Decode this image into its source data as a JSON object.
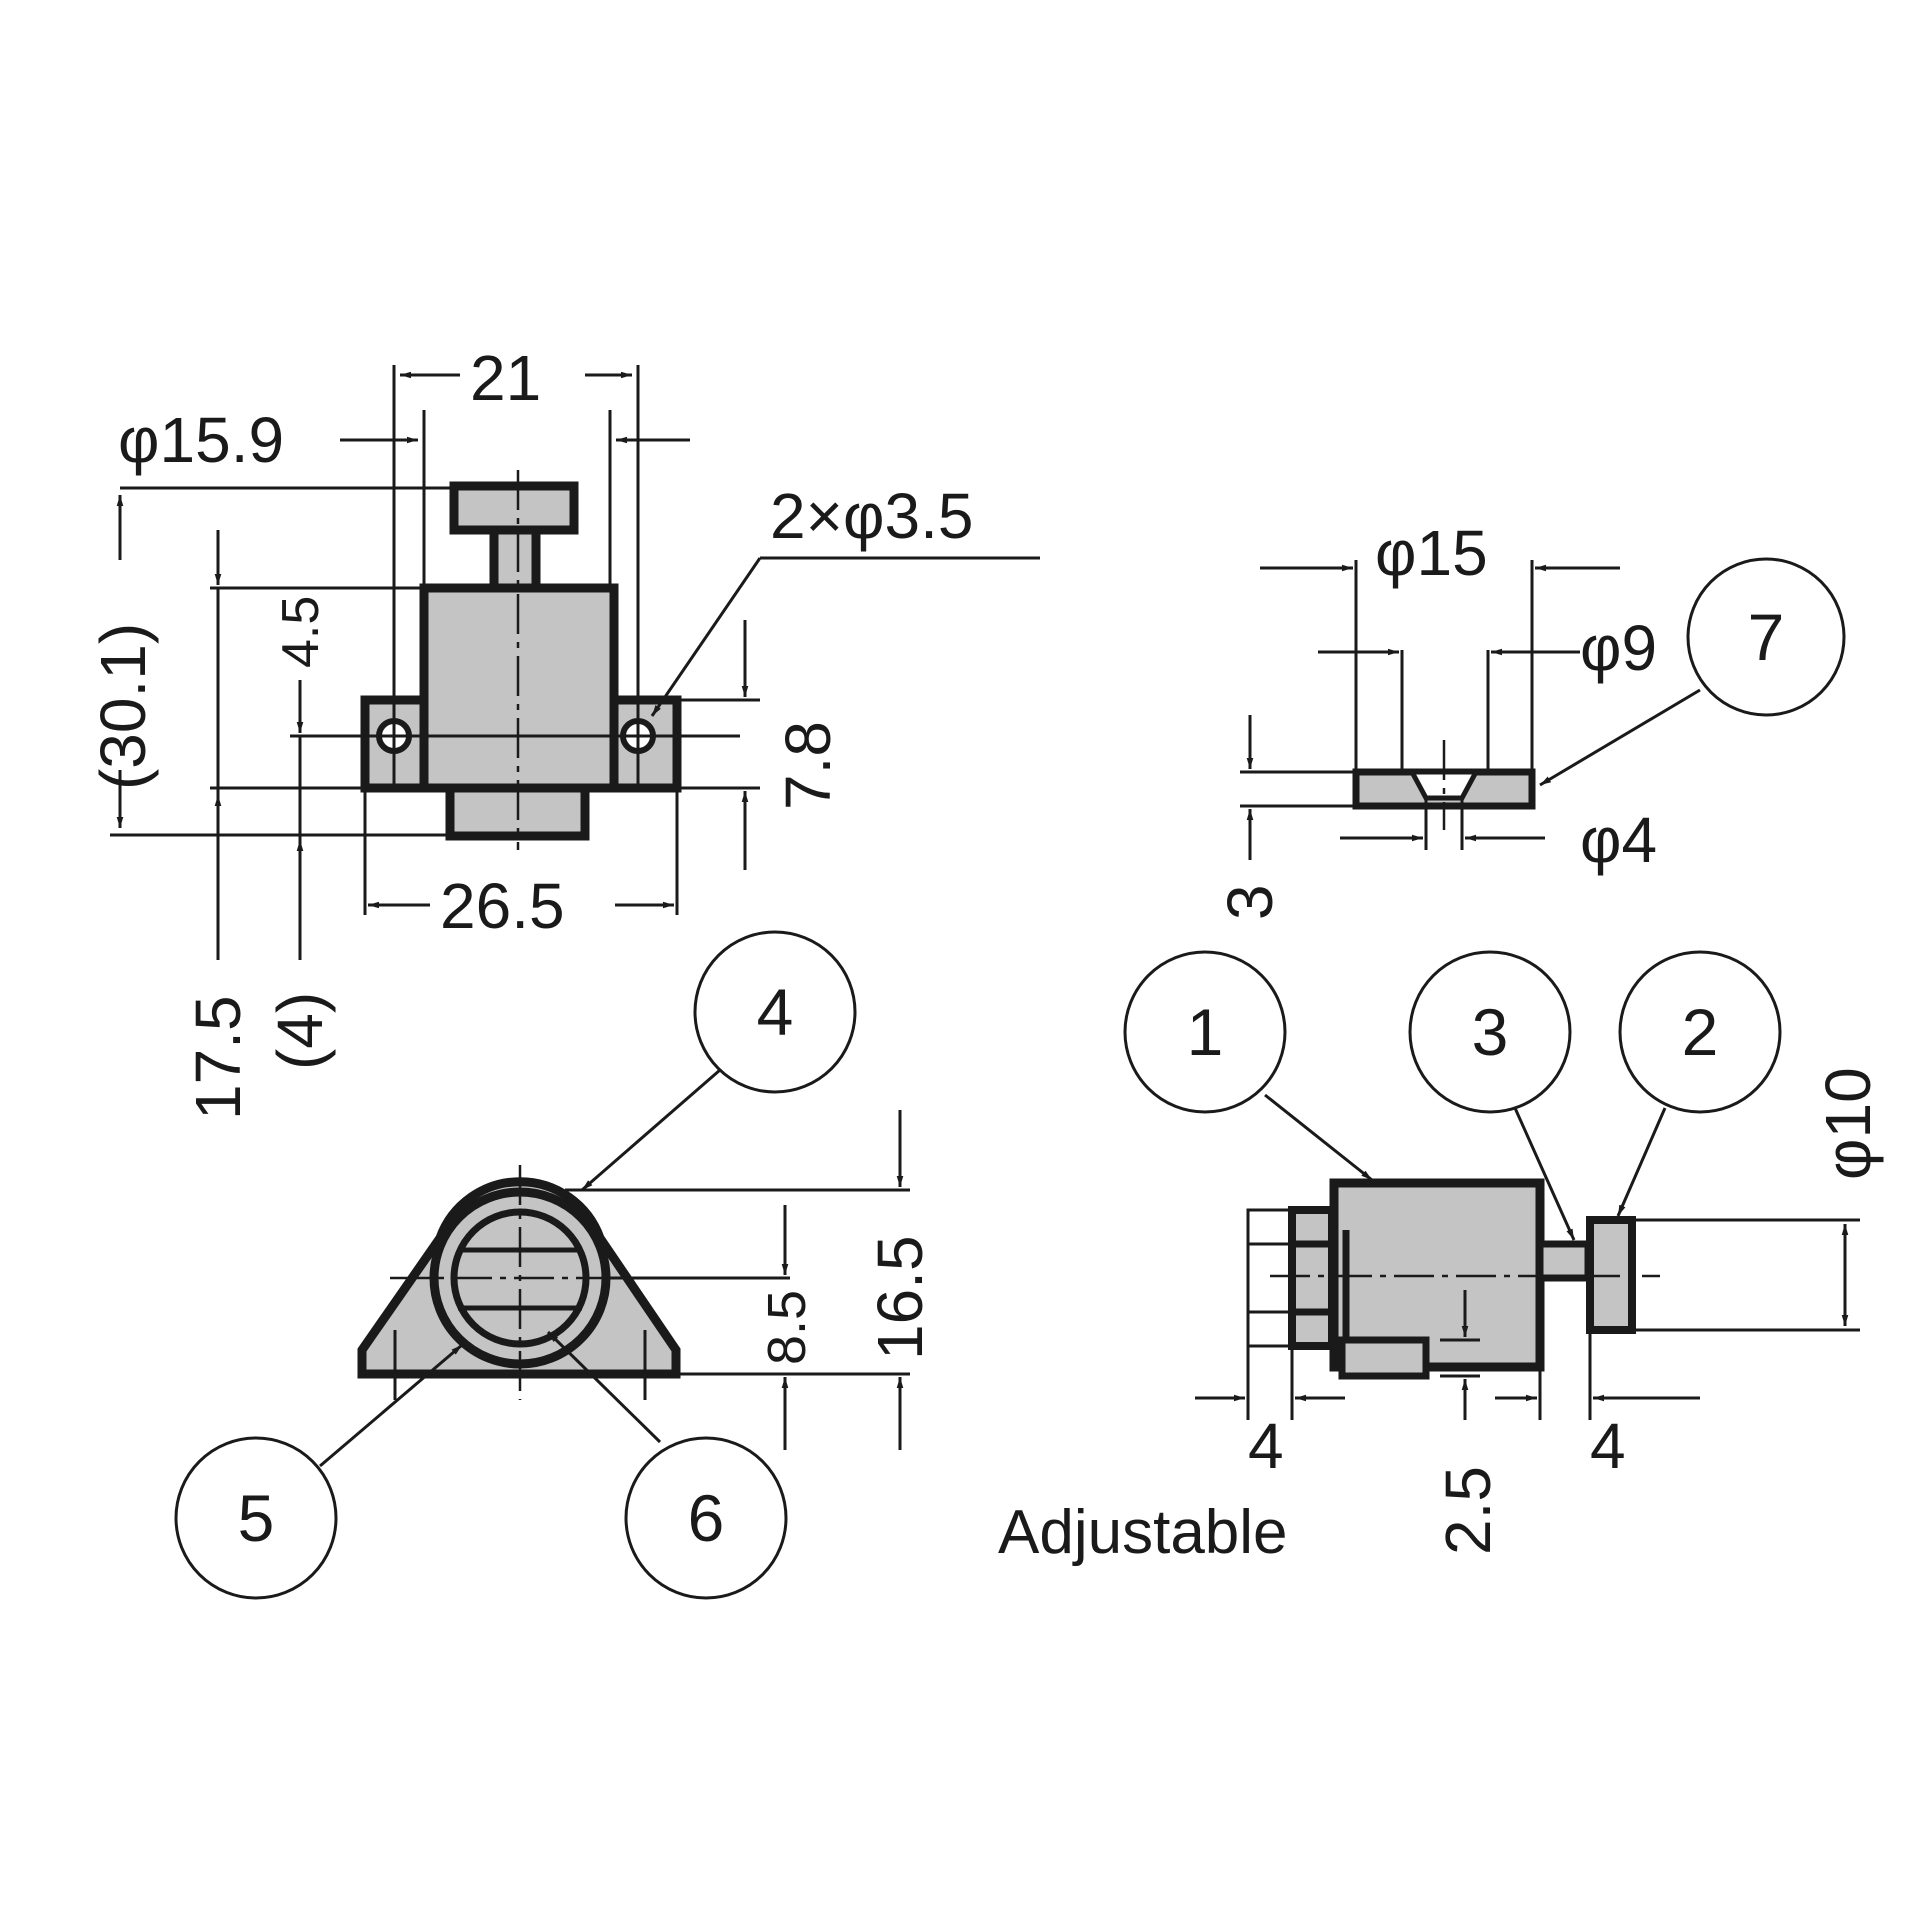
{
  "drawing": {
    "type": "technical-dimension-drawing",
    "units": "mm",
    "background": "#ffffff",
    "part_fill": "#c4c4c4",
    "line_color": "#1a1a1a"
  },
  "front_view": {
    "dim_width_top": "21",
    "dim_button_dia": "φ15.9",
    "dim_holes": "2×φ3.5",
    "dim_total_height": "(30.1)",
    "dim_hole_offset": "4.5",
    "dim_flange": "7.8",
    "dim_base_width": "26.5",
    "dim_body_height": "17.5",
    "dim_base_offset": "(4)"
  },
  "strike_plate": {
    "dim_outer": "φ15",
    "dim_inner": "φ9",
    "dim_hole": "φ4",
    "dim_thickness": "3",
    "callout": "7"
  },
  "end_view": {
    "dim_center_height": "8.5",
    "dim_total_height": "16.5",
    "callouts": [
      "4",
      "5",
      "6"
    ]
  },
  "side_view": {
    "dim_left": "4",
    "dim_adjust": "2.5",
    "dim_right": "4",
    "dim_tip_dia": "φ10",
    "adjustable_label": "Adjustable",
    "callouts": [
      "1",
      "3",
      "2"
    ]
  }
}
